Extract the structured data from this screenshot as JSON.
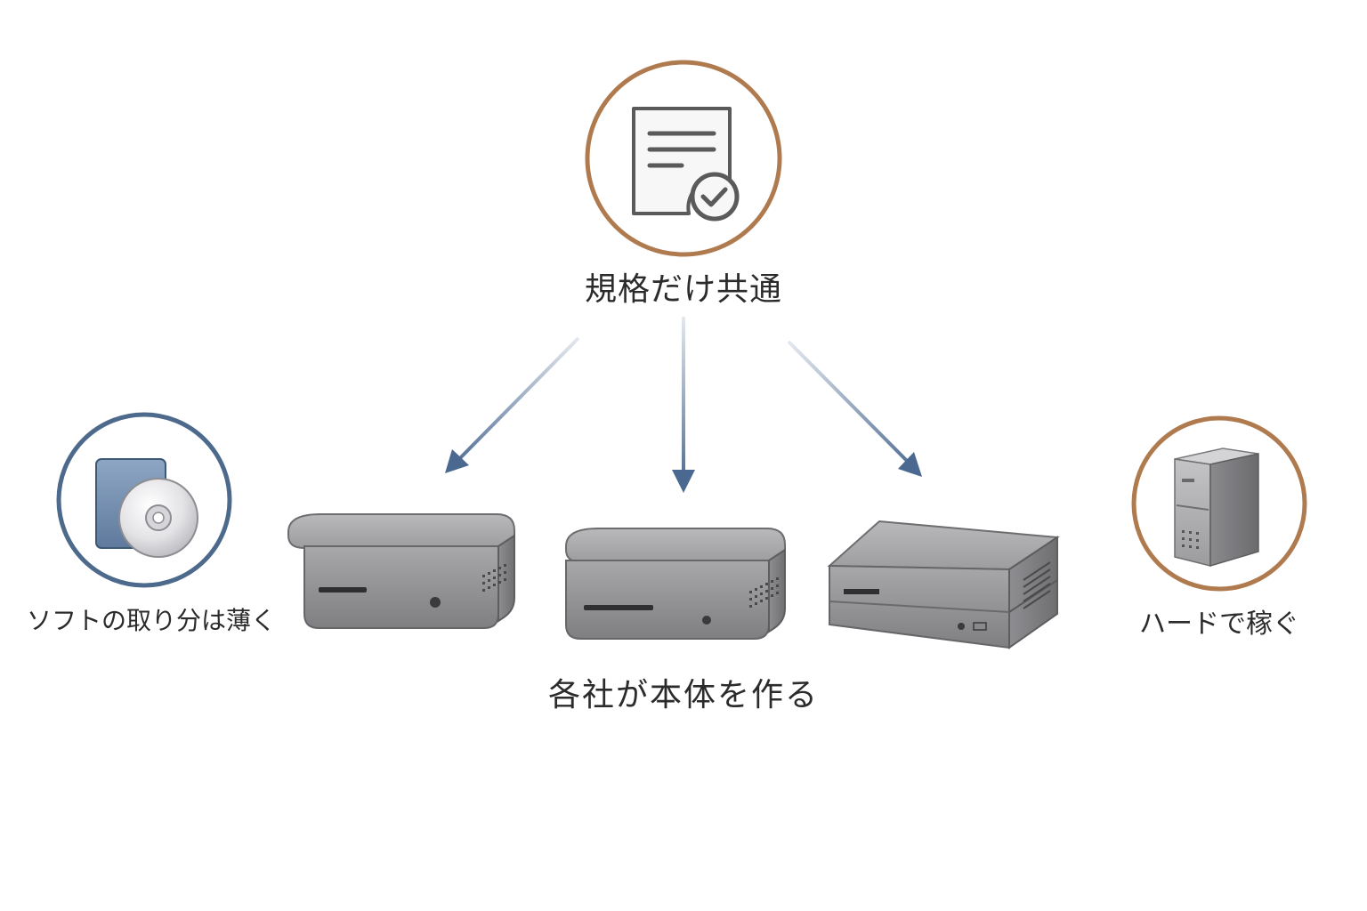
{
  "diagram": {
    "top_label": "規格だけ共通",
    "center_label": "各社が本体を作る",
    "left_label": "ソフトの取り分は薄く",
    "right_label": "ハードで稼ぐ",
    "icons": {
      "top": "document-check-icon",
      "left": "software-disc-icon",
      "right": "tower-server-icon",
      "consoles": [
        "console-unit-icon",
        "console-unit-icon",
        "console-unit-icon"
      ]
    },
    "colors": {
      "bronze_ring": "#b07a4f",
      "blue_ring": "#4d6a8c",
      "arrow": "#4a6890",
      "text": "#2b2b2b",
      "device_gray": "#9a9a9c"
    }
  }
}
